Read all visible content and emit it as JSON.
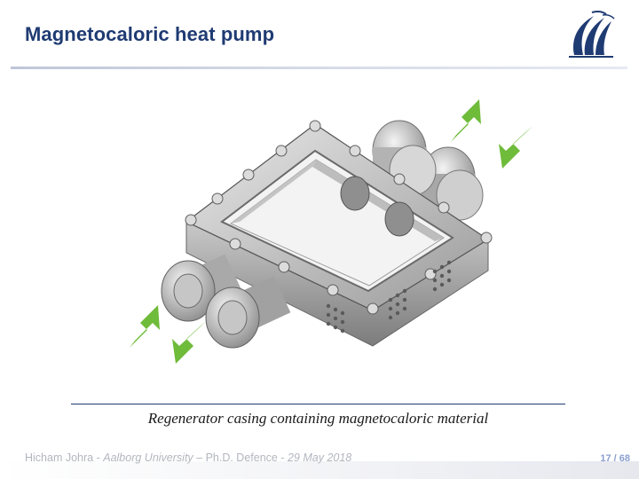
{
  "slide": {
    "title": "Magnetocaloric heat pump",
    "caption": "Regenerator casing containing magnetocaloric material",
    "logo_icon": "aau-logo-icon",
    "figure_icon": "regenerator-casing-render",
    "arrow_icon": "green-flow-arrow-icon"
  },
  "footer": {
    "author": "Hicham Johra - ",
    "university": "Aalborg University",
    "event": " – Ph.D. Defence - ",
    "date": "29 May 2018",
    "page": "17 / 68"
  },
  "colors": {
    "title": "#1f3b73",
    "arrow": "#6fbb3a",
    "caption_rule": "#1f3b73",
    "footer_text": "#b3b6bf",
    "page_number": "#8aa0cf"
  }
}
